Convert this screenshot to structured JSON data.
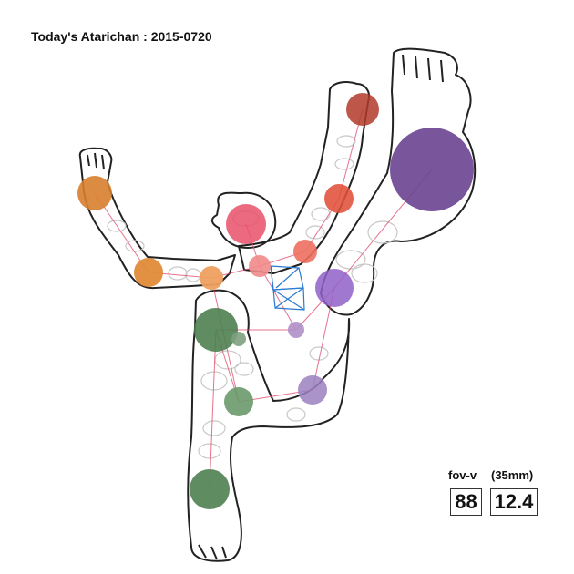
{
  "title": "Today's Atarichan : 2015-0720",
  "camera": {
    "fov_label": "fov-v",
    "fov_value": "88",
    "lens_label": "(35mm)",
    "lens_value": "12.4"
  },
  "colors": {
    "outline": "#222222",
    "bone": "#e05070",
    "head": "#e8506a",
    "right_arm": "#e0603a",
    "left_arm": "#e89040",
    "left_leg": "#5a8a5a",
    "right_leg": "#7a50a0",
    "camera_box": "#2a7ad0",
    "ghost": "#c8c8c8"
  }
}
